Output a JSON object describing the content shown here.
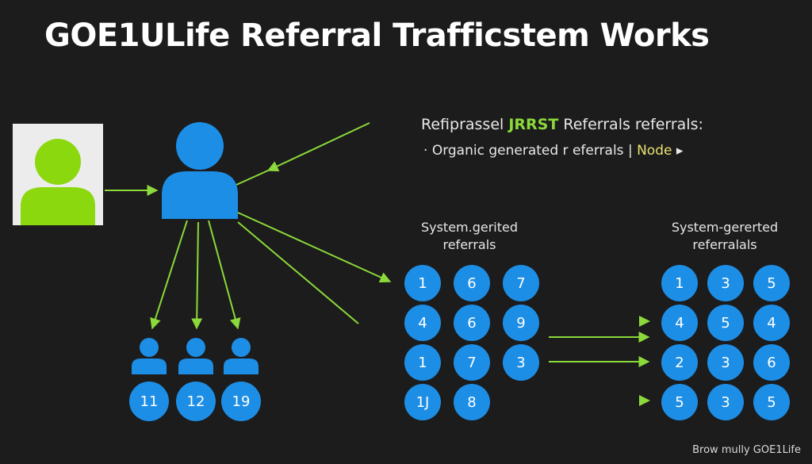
{
  "title": "GOE1ULife Referral Trafficstem Works",
  "legend": {
    "line1_prefix": "Refiprassel ",
    "line1_highlight": "JRRST",
    "line1_suffix": " Referrals referrals:",
    "line2_bullet": "·",
    "line2_text": "Organic generated r eferrals",
    "line2_separator": "|",
    "line2_node": "Node",
    "line2_arrow": "▸"
  },
  "left_nodes": [
    "11",
    "12",
    "19"
  ],
  "middle_group": {
    "label_line1": "System.gerited",
    "label_line2": "referrals",
    "values": [
      "1",
      "6",
      "7",
      "4",
      "6",
      "9",
      "1",
      "7",
      "3",
      "1J",
      "8"
    ]
  },
  "right_group": {
    "label_line1": "System-gererted",
    "label_line2": "referralals",
    "values": [
      "1",
      "3",
      "5",
      "4",
      "5",
      "4",
      "2",
      "3",
      "6",
      "5",
      "3",
      "5"
    ]
  },
  "footer": "Brow mully GOE1Life",
  "colors": {
    "background": "#1c1c1c",
    "node_blue": "#1d8ee6",
    "arrow_green": "#8bd93a",
    "avatar_green": "#8bd80f"
  },
  "icons": {
    "source_user": "user-avatar-icon",
    "hub_user": "hub-user-icon",
    "referral_person": "person-icon"
  }
}
